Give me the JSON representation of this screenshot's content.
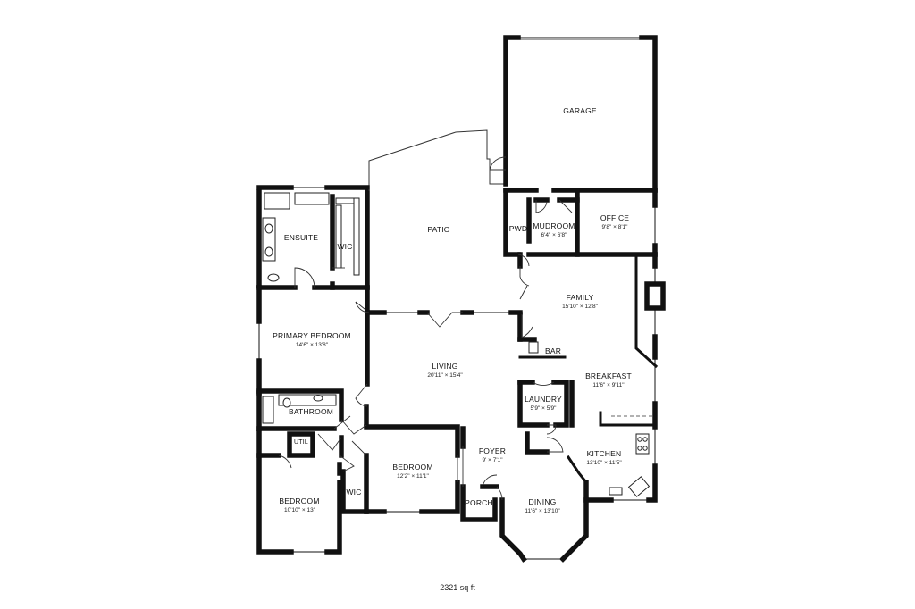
{
  "rooms": [
    {
      "id": "garage",
      "name": "GARAGE",
      "dim": ""
    },
    {
      "id": "patio",
      "name": "PATIO",
      "dim": ""
    },
    {
      "id": "ensuite",
      "name": "ENSUITE",
      "dim": ""
    },
    {
      "id": "wic1",
      "name": "WIC",
      "dim": ""
    },
    {
      "id": "pwd",
      "name": "PWD",
      "dim": ""
    },
    {
      "id": "mudroom",
      "name": "MUDROOM",
      "dim": "6'4\" × 6'8\""
    },
    {
      "id": "office",
      "name": "OFFICE",
      "dim": "9'8\" × 8'1\""
    },
    {
      "id": "family",
      "name": "FAMILY",
      "dim": "15'10\" × 12'8\""
    },
    {
      "id": "primary",
      "name": "PRIMARY BEDROOM",
      "dim": "14'6\" × 13'8\""
    },
    {
      "id": "bar",
      "name": "BAR",
      "dim": ""
    },
    {
      "id": "living",
      "name": "LIVING",
      "dim": "20'11\" × 15'4\""
    },
    {
      "id": "breakfast",
      "name": "BREAKFAST",
      "dim": "11'6\" × 9'11\""
    },
    {
      "id": "laundry",
      "name": "LAUNDRY",
      "dim": "5'9\" × 5'9\""
    },
    {
      "id": "bathroom",
      "name": "BATHROOM",
      "dim": ""
    },
    {
      "id": "utl",
      "name": "UTIL",
      "dim": ""
    },
    {
      "id": "foyer",
      "name": "FOYER",
      "dim": "9' × 7'1\""
    },
    {
      "id": "kitchen",
      "name": "KITCHEN",
      "dim": "13'10\" × 11'5\""
    },
    {
      "id": "bedroom2",
      "name": "BEDROOM",
      "dim": "12'2\" × 11'1\""
    },
    {
      "id": "wic2",
      "name": "WIC",
      "dim": ""
    },
    {
      "id": "bedroom3",
      "name": "BEDROOM",
      "dim": "10'10\" × 13'"
    },
    {
      "id": "porch",
      "name": "PORCH",
      "dim": ""
    },
    {
      "id": "dining",
      "name": "DINING",
      "dim": "11'6\" × 13'10\""
    }
  ],
  "total_area": "2321 sq ft"
}
